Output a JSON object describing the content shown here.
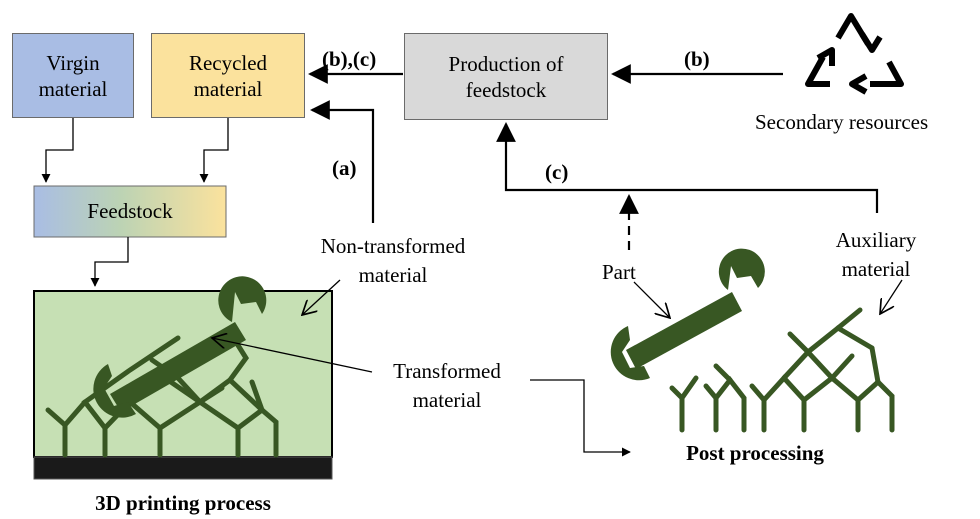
{
  "boxes": {
    "virgin": {
      "line1": "Virgin",
      "line2": "material",
      "color": "#a9bde4"
    },
    "recycled": {
      "line1": "Recycled",
      "line2": "material",
      "color": "#fbe29d"
    },
    "feedstock": {
      "label": "Feedstock"
    },
    "production": {
      "line1": "Production of",
      "line2": "feedstock",
      "color": "#d9d9d9"
    }
  },
  "labels": {
    "bc": "(b),(c)",
    "b": "(b)",
    "a": "(a)",
    "c": "(c)",
    "secondary_resources": "Secondary resources",
    "non_transformed_1": "Non-transformed",
    "non_transformed_2": "material",
    "transformed_1": "Transformed",
    "transformed_2": "material",
    "part": "Part",
    "auxiliary_1": "Auxiliary",
    "auxiliary_2": "material",
    "printing_process": "3D printing process",
    "post_processing": "Post processing"
  },
  "colors": {
    "printer_bg": "#c6e0b4",
    "part_green": "#385723",
    "build_plate": "#1a1a1a"
  }
}
